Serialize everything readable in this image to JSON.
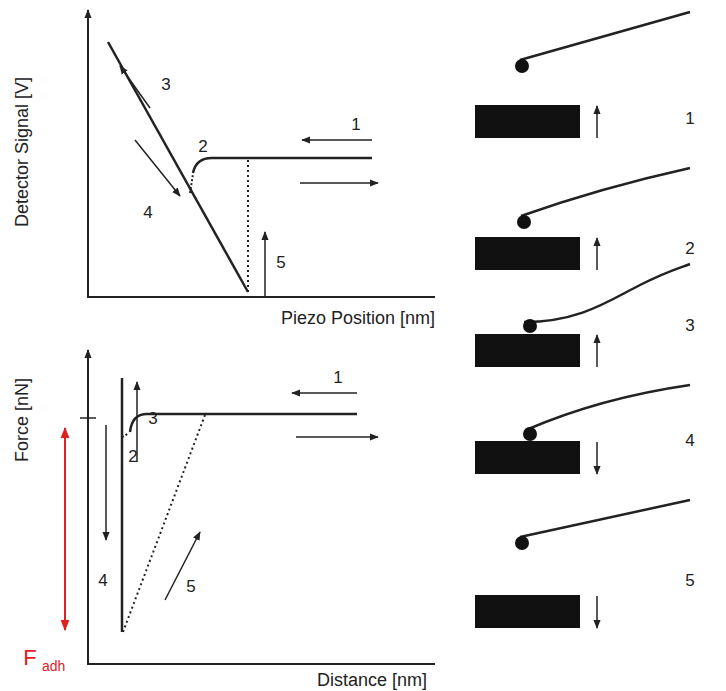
{
  "diagram": {
    "labels": [
      "Detector Signal [V]",
      "Piezo Position [nm]",
      "1",
      "2",
      "3",
      "4",
      "5",
      "Force [nN]",
      "Distance [nm]",
      "1",
      "2",
      "3",
      "4",
      "5",
      "F",
      "adh",
      "1",
      "2",
      "3",
      "4",
      "5"
    ]
  }
}
